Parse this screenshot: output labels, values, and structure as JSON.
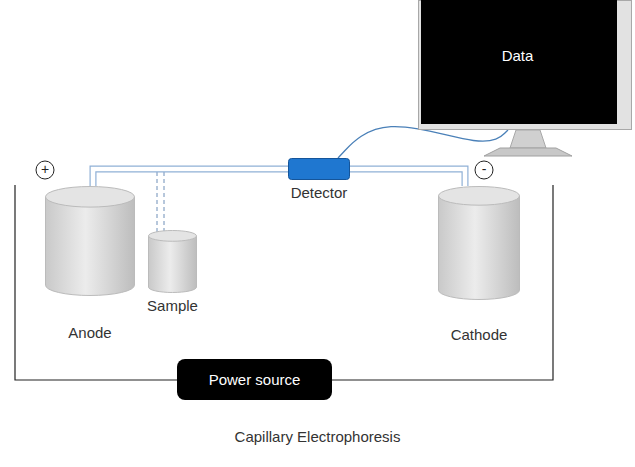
{
  "diagram": {
    "caption": "Capillary Electrophoresis",
    "nodes": [
      {
        "text": [
          "Data"
        ]
      },
      {
        "text": [
          "+"
        ]
      },
      {
        "text": [
          "Detector"
        ]
      },
      {
        "text": [
          "-"
        ]
      },
      {
        "text": [
          "Anode"
        ]
      },
      {
        "text": [
          "Sample"
        ]
      },
      {
        "text": [
          "Cathode"
        ]
      },
      {
        "text": [
          "Power source"
        ]
      }
    ],
    "edges": [
      {
        "from": 4,
        "to": 2,
        "arrow": "none"
      },
      {
        "from": 2,
        "to": 6,
        "arrow": "none"
      },
      {
        "from": 2,
        "to": 0,
        "arrow": "none"
      }
    ]
  }
}
